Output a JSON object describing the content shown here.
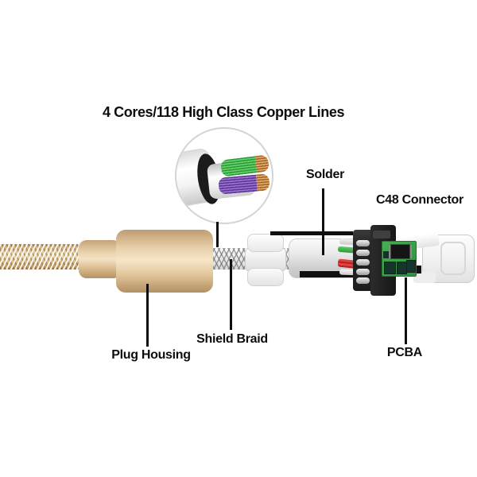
{
  "diagram": {
    "title": "4 Cores/118 High Class Copper Lines",
    "callouts": [
      {
        "id": "solder",
        "label": "Solder"
      },
      {
        "id": "c48-connector",
        "label": "C48 Connector"
      },
      {
        "id": "shield-braid",
        "label": "Shield Braid"
      },
      {
        "id": "plug-housing",
        "label": "Plug Housing"
      },
      {
        "id": "pcba",
        "label": "PCBA"
      }
    ],
    "parts": [
      "braided-cable",
      "strain-relief",
      "plug-housing",
      "shield-braid",
      "wire-clamp",
      "solder-sleeve",
      "c48-connector",
      "pcba-board",
      "lightning-tip",
      "magnifier-cross-section"
    ],
    "colors": {
      "background": "#ffffff",
      "label_text": "#0d0d0d",
      "cable_gold": "#e8d2a9",
      "housing_gold": "#f6e6c8",
      "braid_silver": "#d8d8d8",
      "solder_gray": "#d6d6d6",
      "connector_black": "#1d1d1d",
      "pcb_green": "#3aa044",
      "wire_green": "#3cb54a",
      "wire_red": "#c92525",
      "core_green": "#4cbf55",
      "core_purple": "#7a4fb5",
      "copper": "#c98a4b",
      "tip_white": "#f4f4f4"
    }
  }
}
